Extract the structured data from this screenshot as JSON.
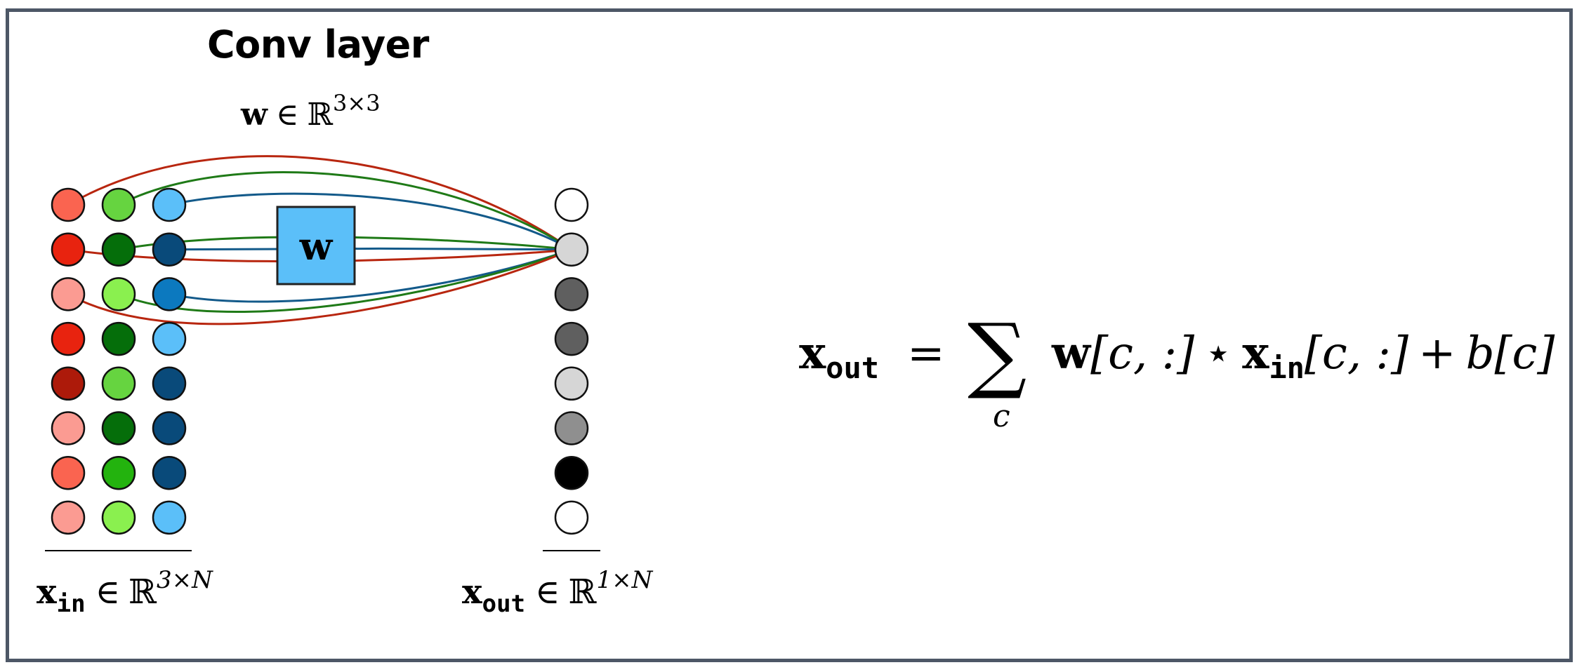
{
  "title": "Conv layer",
  "weight_label": {
    "symbol": "w",
    "set": "ℝ",
    "dims": "3×3"
  },
  "box_label": "w",
  "input_label": {
    "symbol": "x",
    "sub": "in",
    "set": "ℝ",
    "dims": "3×N"
  },
  "output_label": {
    "symbol": "x",
    "sub": "out",
    "set": "ℝ",
    "dims": "1×N"
  },
  "equation": {
    "lhs_symbol": "x",
    "lhs_sub": "out",
    "equals": "=",
    "sum_symbol": "∑",
    "sum_index": "c",
    "term_w": "w",
    "term_w_index": "[c, :]",
    "star": "⋆",
    "term_x": "x",
    "term_x_sub": "in",
    "term_x_index": "[c, :]",
    "plus": "+",
    "bias": "b",
    "bias_index": "[c]"
  },
  "input_columns": [
    {
      "name": "red",
      "colors": [
        "#fa6450",
        "#e8230f",
        "#fb9b92",
        "#e8230f",
        "#ad1a0a",
        "#fb9b92",
        "#fa6450",
        "#fb9b92"
      ]
    },
    {
      "name": "green",
      "colors": [
        "#66d440",
        "#056e0a",
        "#8af04f",
        "#056e0a",
        "#66d440",
        "#056e0a",
        "#23b30e",
        "#8af04f"
      ]
    },
    {
      "name": "blue",
      "colors": [
        "#5bbff9",
        "#094a7a",
        "#0c79bf",
        "#5bbff9",
        "#094a7a",
        "#094a7a",
        "#094a7a",
        "#5bbff9"
      ]
    }
  ],
  "output_column": [
    "#ffffff",
    "#d6d6d6",
    "#5f5f5f",
    "#5f5f5f",
    "#d6d6d6",
    "#8f8f8f",
    "#000000",
    "#ffffff"
  ],
  "connection_colors": {
    "red": "#b8260f",
    "green": "#1f7a17",
    "blue": "#135a8a"
  },
  "box_color": "#5bbff9",
  "frame_color": "#4d5766"
}
